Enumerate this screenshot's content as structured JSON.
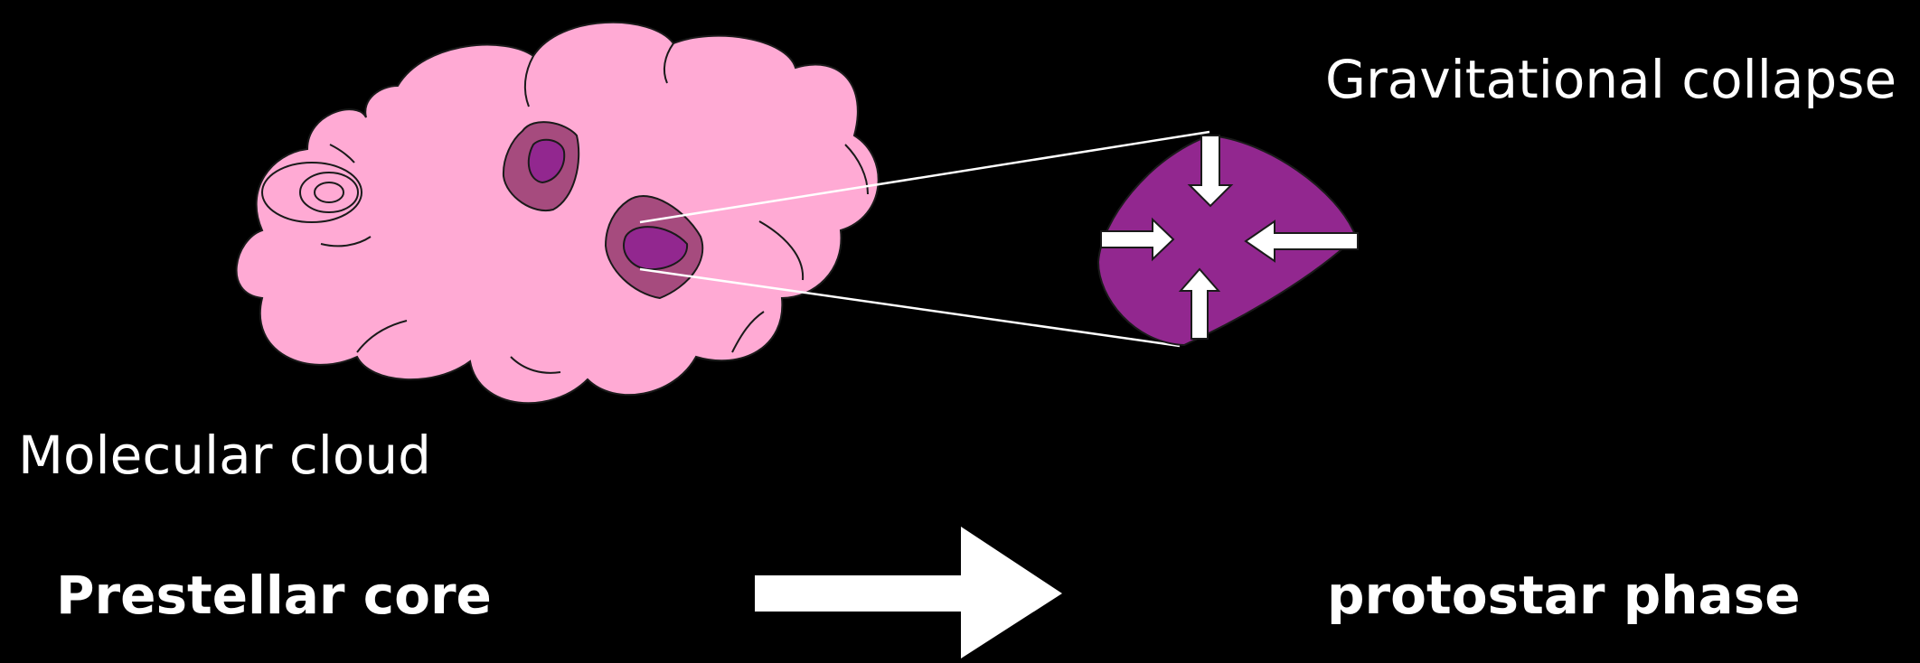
{
  "labels": {
    "gravitational_collapse": "Gravitational collapse",
    "molecular_cloud": "Molecular cloud",
    "prestellar_core": "Prestellar core",
    "protostar_phase": "protostar phase"
  },
  "colors": {
    "background": "#000000",
    "cloud_fill": "#FFAAD4",
    "core_outer_fill": "#A64B7E",
    "core_inner_fill": "#92278F",
    "collapse_fill": "#92278F",
    "arrow_fill": "#FFFFFF",
    "outline": "#1A1A1A"
  }
}
